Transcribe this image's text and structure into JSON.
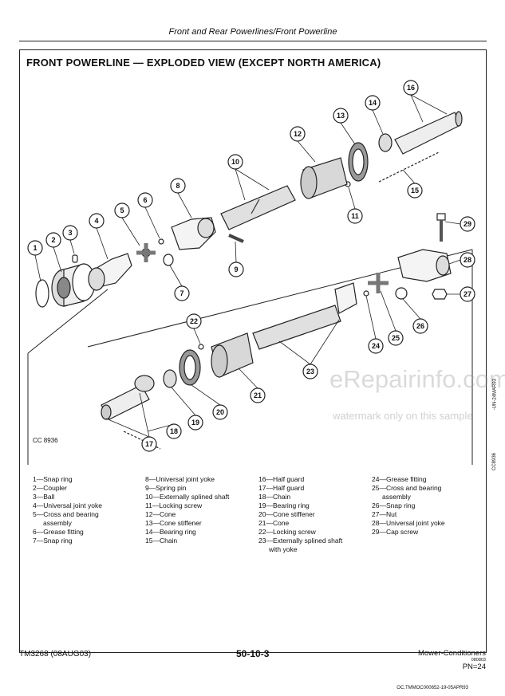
{
  "header": {
    "title": "Front and Rear Powerlines/Front Powerline"
  },
  "figure": {
    "title": "FRONT POWERLINE — EXPLODED VIEW (EXCEPT NORTH AMERICA)",
    "code": "CC 8936",
    "side_code_1": "-UN-24MAR93",
    "side_code_2": "CC8936",
    "ref_code": "OC,TMMOC000652-19-05APR93",
    "callouts": [
      "1",
      "2",
      "3",
      "4",
      "5",
      "6",
      "7",
      "8",
      "9",
      "10",
      "11",
      "12",
      "13",
      "14",
      "15",
      "16",
      "17",
      "18",
      "19",
      "20",
      "21",
      "22",
      "23",
      "24",
      "25",
      "26",
      "27",
      "28",
      "29"
    ]
  },
  "legend": {
    "col1": [
      {
        "text": "1—Snap ring"
      },
      {
        "text": "2—Coupler"
      },
      {
        "text": "3—Ball"
      },
      {
        "text": "4—Universal joint yoke"
      },
      {
        "text": "5—Cross and bearing"
      },
      {
        "text": "assembly",
        "cont": true
      },
      {
        "text": "6—Grease fitting"
      },
      {
        "text": "7—Snap ring"
      }
    ],
    "col2": [
      {
        "text": "8—Universal joint yoke"
      },
      {
        "text": "9—Spring pin"
      },
      {
        "text": "10—Externally splined shaft"
      },
      {
        "text": "11—Locking screw"
      },
      {
        "text": "12—Cone"
      },
      {
        "text": "13—Cone stiffener"
      },
      {
        "text": "14—Bearing ring"
      },
      {
        "text": "15—Chain"
      }
    ],
    "col3": [
      {
        "text": "16—Half guard"
      },
      {
        "text": "17—Half guard"
      },
      {
        "text": "18—Chain"
      },
      {
        "text": "19—Bearing ring"
      },
      {
        "text": "20—Cone stiffener"
      },
      {
        "text": "21—Cone"
      },
      {
        "text": "22—Locking screw"
      },
      {
        "text": "23—Externally splined shaft"
      },
      {
        "text": "with yoke",
        "cont": true
      }
    ],
    "col4": [
      {
        "text": "24—Grease fitting"
      },
      {
        "text": "25—Cross and bearing"
      },
      {
        "text": "assembly",
        "cont": true
      },
      {
        "text": "26—Snap ring"
      },
      {
        "text": "27—Nut"
      },
      {
        "text": "28—Universal joint yoke"
      },
      {
        "text": "29—Cap screw"
      }
    ]
  },
  "watermark": {
    "line1": "eRepairinfo.com",
    "line2": "watermark only on this sample"
  },
  "footer": {
    "left": "TM3268 (08AUG03)",
    "center": "50-10-3",
    "right": "Mower-Conditioners",
    "small": "080803",
    "page": "PN=24"
  }
}
